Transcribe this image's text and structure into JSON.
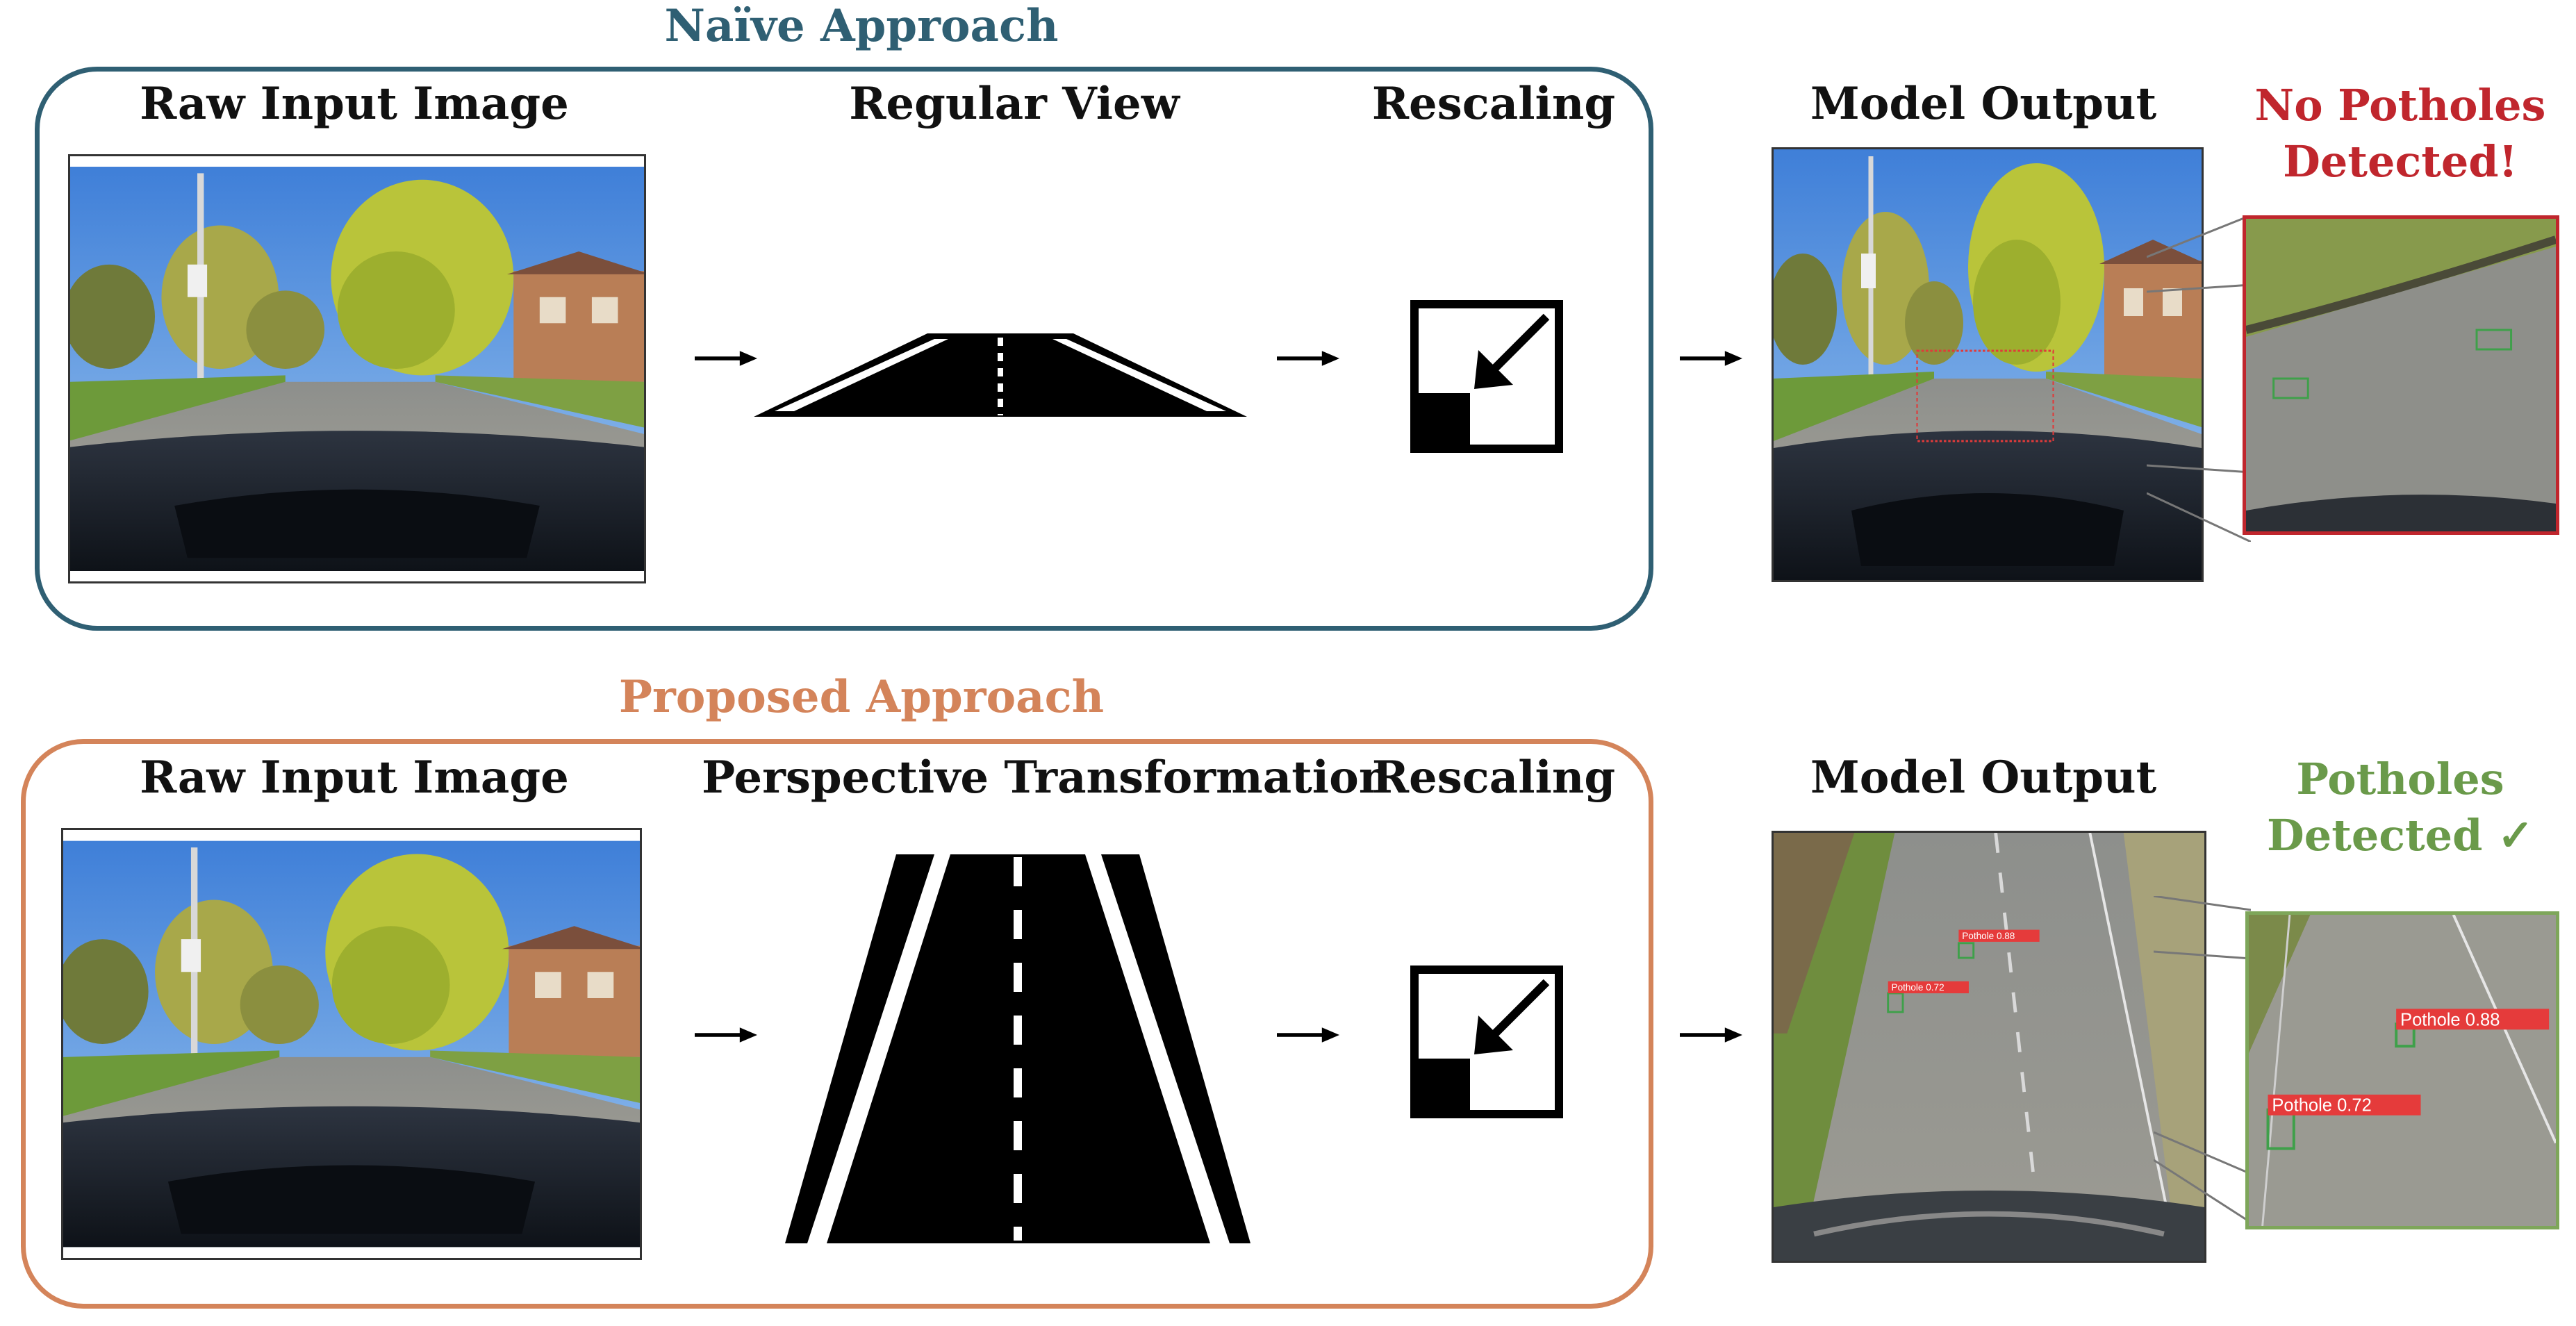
{
  "naive": {
    "title": "Naïve Approach",
    "title_color": "#2f5f73",
    "box_color": "#2f5f73",
    "steps": {
      "raw": "Raw Input Image",
      "view": "Regular View",
      "rescale": "Rescaling"
    },
    "model_output": "Model Output",
    "result_line1": "No Potholes",
    "result_line2": "Detected!",
    "result_color": "#c0262d"
  },
  "proposed": {
    "title": "Proposed Approach",
    "title_color": "#d4845a",
    "box_color": "#d4845a",
    "steps": {
      "raw": "Raw Input Image",
      "view": "Perspective Transformation",
      "rescale": "Rescaling"
    },
    "model_output": "Model Output",
    "result_line1": "Potholes",
    "result_line2": "Detected ✓",
    "result_color": "#6a9a4a",
    "detections": [
      {
        "label": "Pothole",
        "score": "0.88"
      },
      {
        "label": "Pothole",
        "score": "0.72"
      }
    ]
  },
  "icons": {
    "arrow": "right-arrow-icon",
    "rescale": "rescale-icon",
    "road": "road-icon"
  }
}
